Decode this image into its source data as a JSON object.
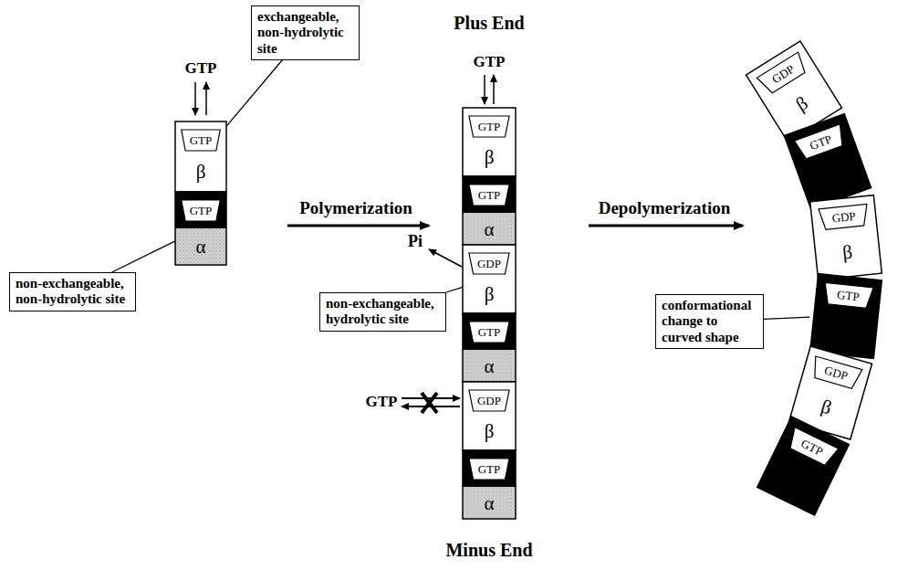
{
  "diagram": {
    "nodes": [
      {
        "text": [
          "exchangeable, non-hydrolytic site"
        ]
      },
      {
        "text": [
          "GTP",
          "β"
        ]
      },
      {
        "text": [
          "GTP",
          "α"
        ]
      },
      {
        "text": [
          "non-exchangeable, non-hydrolytic site"
        ]
      },
      {
        "text": [
          "GTP",
          "β"
        ]
      },
      {
        "text": [
          "GTP",
          "α"
        ]
      },
      {
        "text": [
          "GDP",
          "β"
        ]
      },
      {
        "text": [
          "GTP",
          "α"
        ]
      },
      {
        "text": [
          "GDP",
          "β"
        ]
      },
      {
        "text": [
          "GTP",
          "α"
        ]
      },
      {
        "text": [
          "non-exchangeable, hydrolytic site"
        ]
      },
      {
        "text": [
          "GDP",
          "β"
        ]
      },
      {
        "text": [
          "GTP"
        ]
      },
      {
        "text": [
          "GDP",
          "β"
        ]
      },
      {
        "text": [
          "GTP"
        ]
      },
      {
        "text": [
          "GDP",
          "β"
        ]
      },
      {
        "text": [
          "GTP"
        ]
      },
      {
        "text": [
          "conformational change to curved shape"
        ]
      }
    ],
    "edges": [
      {
        "from": 0,
        "to": 1,
        "arrow": "none"
      },
      {
        "from": 3,
        "to": 2,
        "arrow": "none"
      },
      {
        "from": 10,
        "to": 6,
        "arrow": "none"
      },
      {
        "from": 17,
        "to": 14,
        "arrow": "none"
      }
    ],
    "labels": [
      "GTP",
      "Plus End",
      "GTP",
      "Polymerization",
      "Depolymerization",
      "Pi",
      "GTP",
      "Minus End"
    ]
  }
}
